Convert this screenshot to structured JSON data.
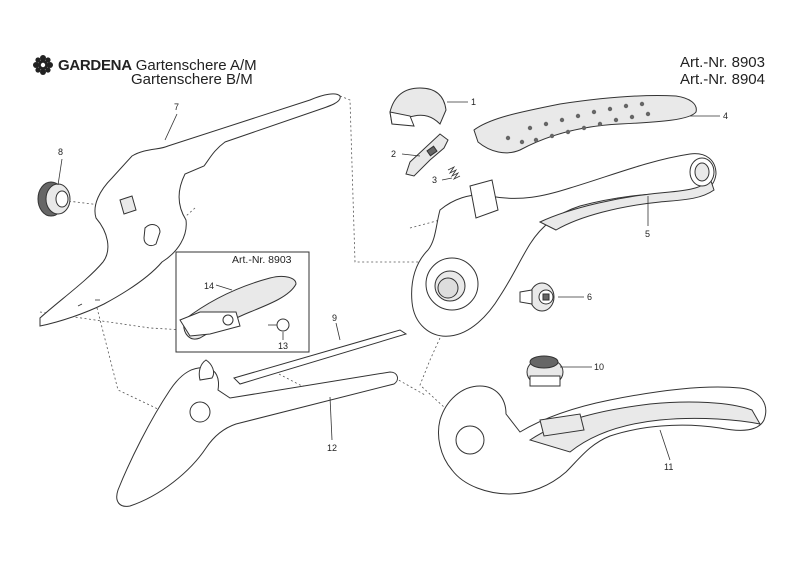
{
  "header": {
    "brand": "GARDENA",
    "title_line1": "Gartenschere A/M",
    "title_line2": "Gartenschere B/M",
    "art_line1": "Art.-Nr. 8903",
    "art_line2": "Art.-Nr. 8904"
  },
  "inset": {
    "title": "Art.-Nr. 8903"
  },
  "parts": {
    "p1": "1",
    "p2": "2",
    "p3": "3",
    "p4": "4",
    "p5": "5",
    "p6": "6",
    "p7": "7",
    "p8": "8",
    "p9": "9",
    "p10": "10",
    "p11": "11",
    "p12": "12",
    "p13": "13",
    "p14": "14"
  },
  "icons": {
    "brand_logo": "gardena-flower-logo"
  },
  "colors": {
    "line": "#333333",
    "shade": "#e9e9e9",
    "background": "#ffffff"
  }
}
